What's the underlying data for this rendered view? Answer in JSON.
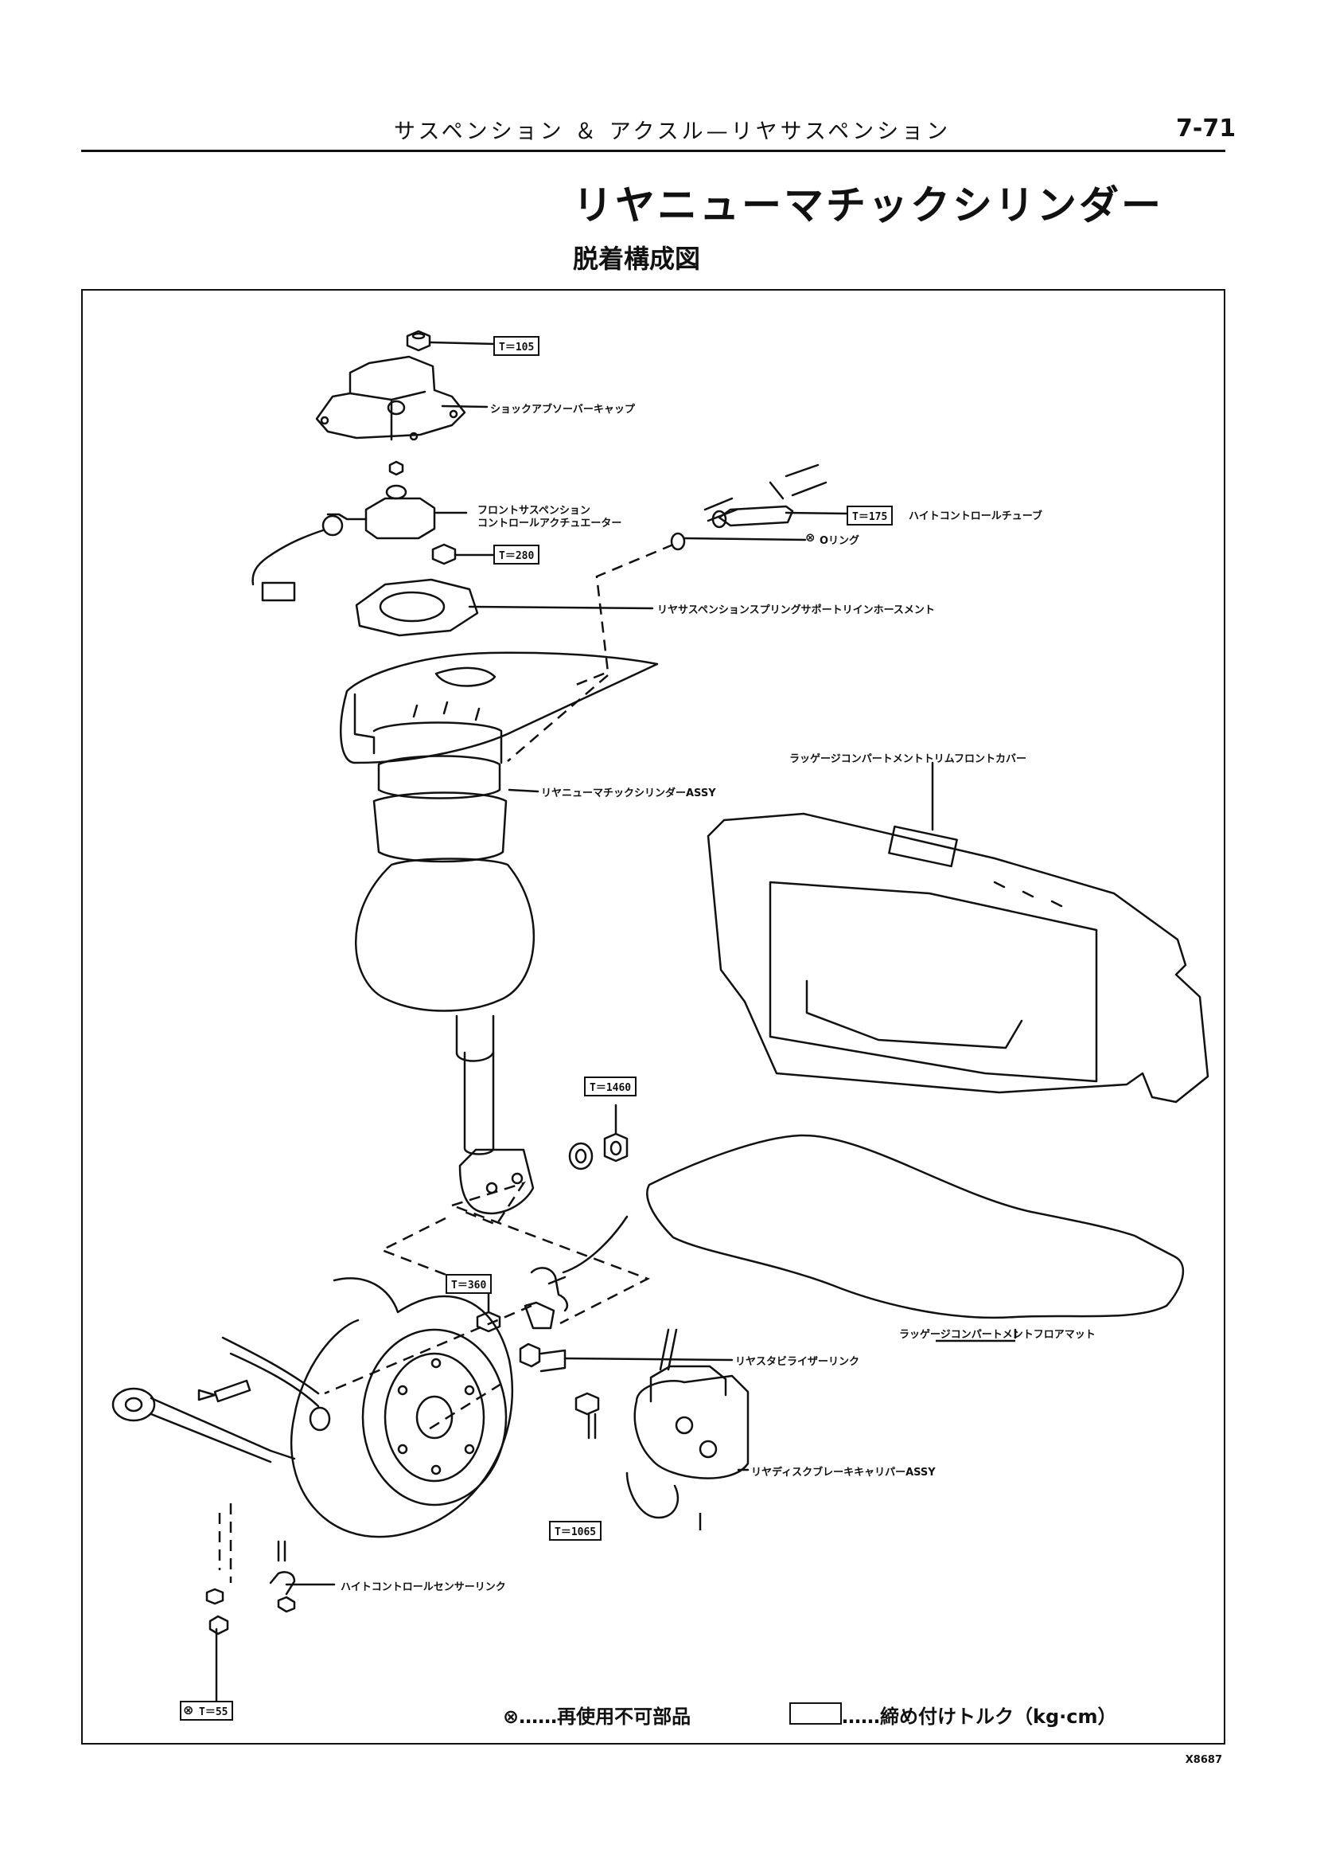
{
  "header": {
    "section": "サスペンション ＆ アクスル—リヤサスペンション",
    "page_number": "7-71"
  },
  "title": "リヤニューマチックシリンダー",
  "subtitle": "脱着構成図",
  "diagram": {
    "labels": {
      "shock_cap": "ショックアブソーバーキャップ",
      "actuator_line1": "フロントサスペンション",
      "actuator_line2": "コントロールアクチュエーター",
      "height_tube": "ハイトコントロールチューブ",
      "o_ring": "Oリング",
      "spring_support": "リヤサスペンションスプリングサポートリインホースメント",
      "cylinder_assy": "リヤニューマチックシリンダーASSY",
      "trim_cover": "ラッゲージコンパートメントトリムフロントカバー",
      "stabilizer_link": "リヤスタビライザーリンク",
      "floor_mat": "ラッゲージコンパートメントフロアマット",
      "caliper": "リヤディスクブレーキキャリパーASSY",
      "sensor_link": "ハイトコントロールセンサーリンク"
    },
    "torques": {
      "t105": "T＝105",
      "t280": "T＝280",
      "t175": "T＝175",
      "t1460": "T＝1460",
      "t360": "T＝360",
      "t1065": "T＝1065",
      "t55": "T＝55"
    }
  },
  "legend": {
    "non_reusable": "⊗……再使用不可部品",
    "torque": "……締め付けトルク（kg·cm）"
  },
  "figure_code": "X8687"
}
